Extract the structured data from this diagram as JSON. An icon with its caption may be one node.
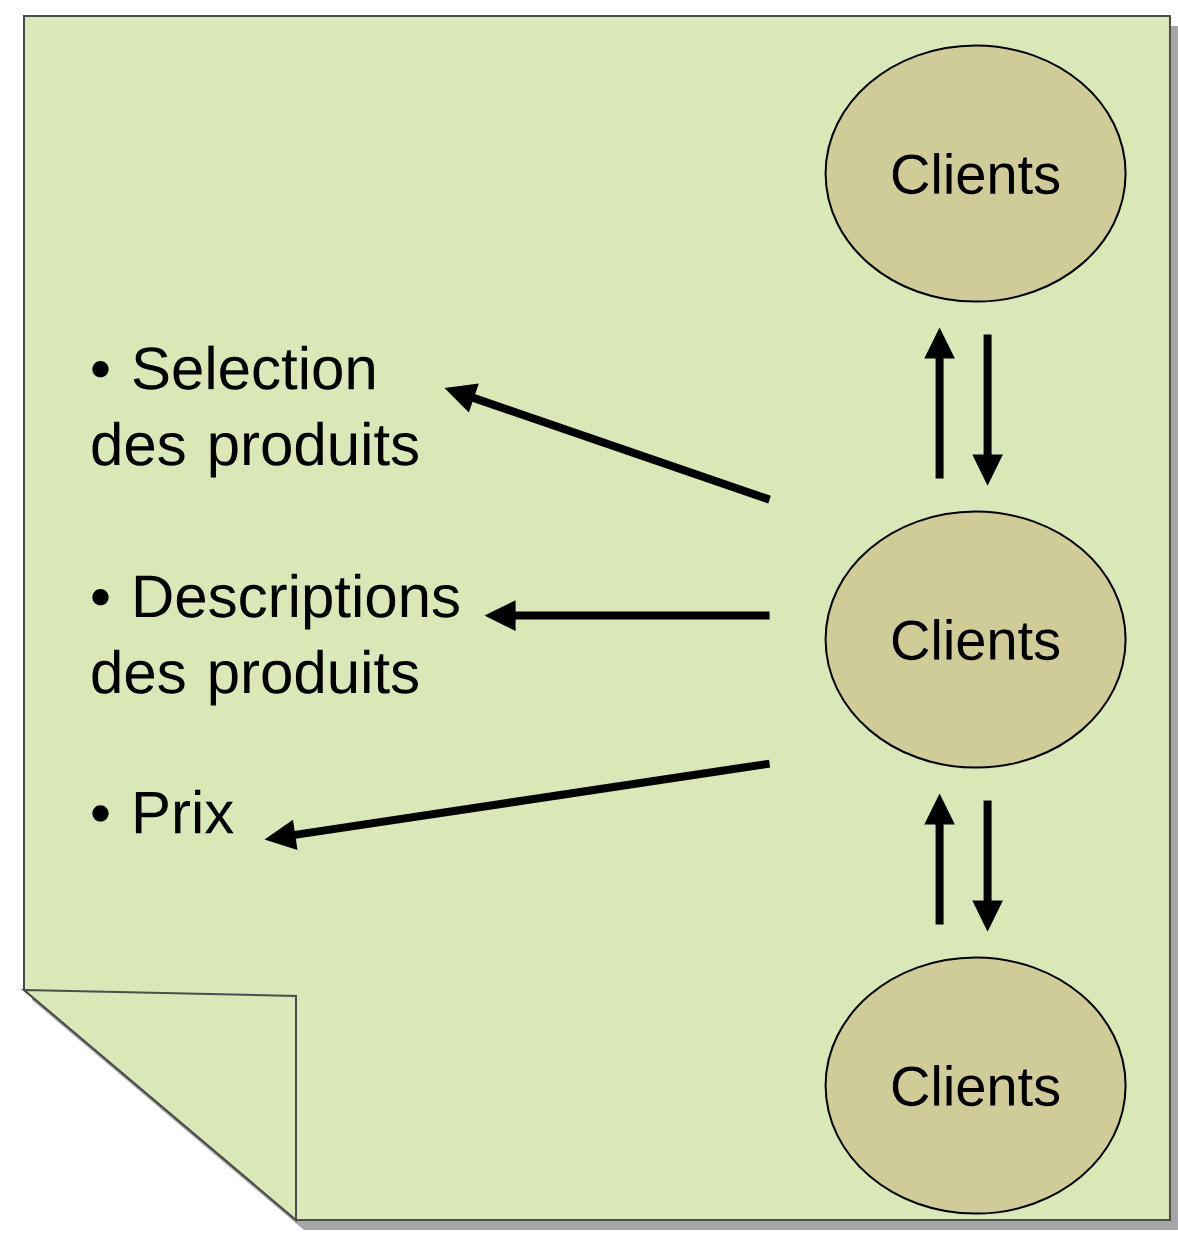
{
  "diagram": {
    "nodes": [
      {
        "text": [],
        "shape": "box"
      },
      {
        "text": [
          "Clients"
        ],
        "in": 0
      },
      {
        "text": [
          "Clients"
        ],
        "in": 0
      },
      {
        "text": [
          "Clients"
        ],
        "in": 0
      },
      {
        "text": [
          "• Selection des produits"
        ],
        "in": 0
      },
      {
        "text": [
          "• Descriptions des produits"
        ],
        "in": 0
      },
      {
        "text": [
          "• Prix"
        ],
        "in": 0
      }
    ],
    "edges": [
      {
        "from": 2,
        "to": 1,
        "arrow": "to"
      },
      {
        "from": 1,
        "to": 2,
        "arrow": "to"
      },
      {
        "from": 3,
        "to": 2,
        "arrow": "to"
      },
      {
        "from": 2,
        "to": 3,
        "arrow": "to"
      },
      {
        "from": 2,
        "to": 4,
        "arrow": "to"
      },
      {
        "from": 2,
        "to": 5,
        "arrow": "to"
      },
      {
        "from": 2,
        "to": 6,
        "arrow": "to"
      }
    ]
  }
}
